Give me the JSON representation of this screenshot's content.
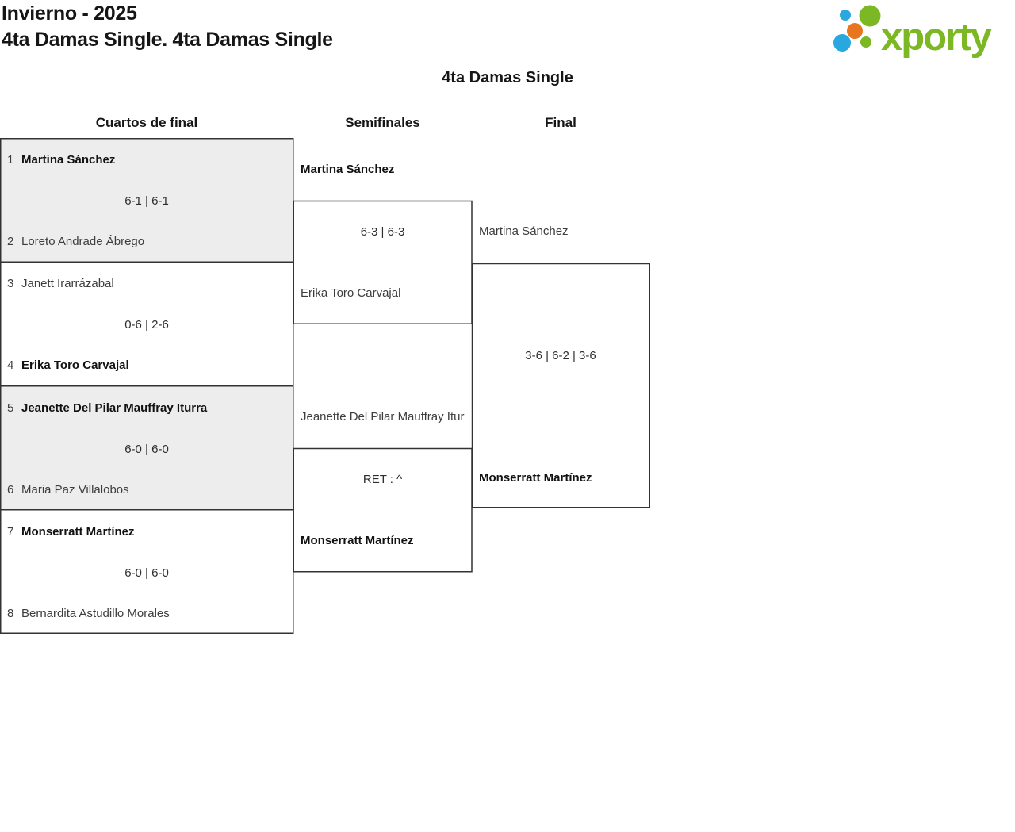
{
  "header": {
    "title_line1": "Invierno - 2025",
    "title_line2": "4ta Damas Single. 4ta Damas Single",
    "logo_wordmark": "xporty"
  },
  "bracket": {
    "title": "4ta Damas Single",
    "round_headers": [
      "Cuartos de final",
      "Semifinales",
      "Final"
    ],
    "quarterfinals": [
      {
        "seed1": "1",
        "player1": "Martina Sánchez",
        "score": "6-1 | 6-1",
        "seed2": "2",
        "player2": "Loreto Andrade Ábrego",
        "winner": "player1"
      },
      {
        "seed1": "3",
        "player1": "Janett Irarrázabal",
        "score": "0-6 | 2-6",
        "seed2": "4",
        "player2": "Erika Toro Carvajal",
        "winner": "player2"
      },
      {
        "seed1": "5",
        "player1": "Jeanette Del Pilar Mauffray Iturra",
        "score": "6-0 | 6-0",
        "seed2": "6",
        "player2": "Maria Paz Villalobos",
        "winner": "player1"
      },
      {
        "seed1": "7",
        "player1": "Monserratt Martínez",
        "score": "6-0 | 6-0",
        "seed2": "8",
        "player2": "Bernardita Astudillo Morales",
        "winner": "player1"
      }
    ],
    "semifinals": [
      {
        "player1": "Martina Sánchez",
        "score": "6-3 | 6-3",
        "player2": "Erika Toro Carvajal",
        "winner": "player1"
      },
      {
        "player1": "Jeanette Del Pilar Mauffray Itur",
        "score": "RET : ^",
        "player2": "Monserratt Martínez",
        "winner": "player2"
      }
    ],
    "final": {
      "player1": "Martina Sánchez",
      "score": "3-6 | 6-2 | 3-6",
      "player2": "Monserratt Martínez",
      "winner": "player2"
    }
  },
  "colors": {
    "logo_green": "#7cb824",
    "logo_blue": "#29a8e0",
    "logo_orange": "#e8761e",
    "match_shade": "#ededed",
    "border": "#333333"
  }
}
